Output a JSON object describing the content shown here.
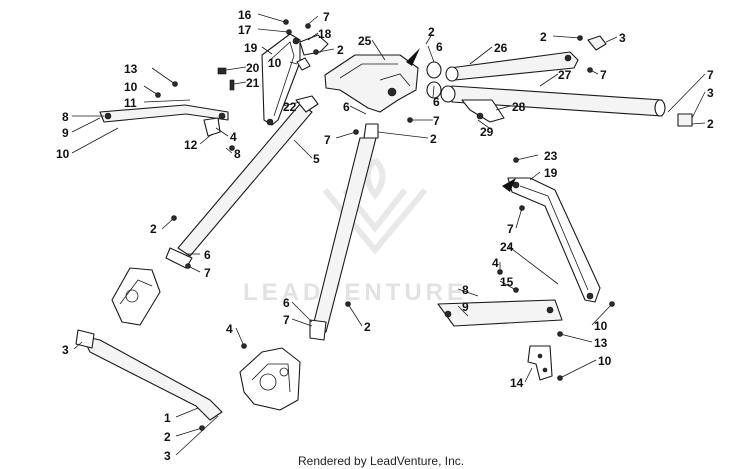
{
  "credit": "Rendered by LeadVenture, Inc.",
  "watermark": "LEADVENTURE",
  "callouts": {
    "c16": "16",
    "c17": "17",
    "c7a": "7",
    "c18": "18",
    "c19a": "19",
    "c2a": "2",
    "c10a": "10",
    "c20": "20",
    "c21": "21",
    "c22": "22",
    "c25": "25",
    "c2b": "2",
    "c6a": "6",
    "c26": "26",
    "c2c": "2",
    "c3a": "3",
    "c27": "27",
    "c7b": "7",
    "c7c": "7",
    "c3b": "3",
    "c2d": "2",
    "c13a": "13",
    "c10b": "10",
    "c11": "11",
    "c8a": "8",
    "c9a": "9",
    "c10c": "10",
    "c4a": "4",
    "c12": "12",
    "c8b": "8",
    "c6b": "6",
    "c7d": "7",
    "c5": "5",
    "c7e": "7",
    "c2e": "2",
    "c6c": "6",
    "c28": "28",
    "c29": "29",
    "c23": "23",
    "c19b": "19",
    "c7f": "7",
    "c2f": "2",
    "c6d": "6",
    "c7g": "7",
    "c24": "24",
    "c4b": "4",
    "c15": "15",
    "c8c": "8",
    "c9b": "9",
    "c6e": "6",
    "c7h": "7",
    "c2g": "2",
    "c3c": "3",
    "c4c": "4",
    "c10d": "10",
    "c13b": "13",
    "c14": "14",
    "c10e": "10",
    "c1": "1",
    "c2h": "2",
    "c3d": "3"
  }
}
